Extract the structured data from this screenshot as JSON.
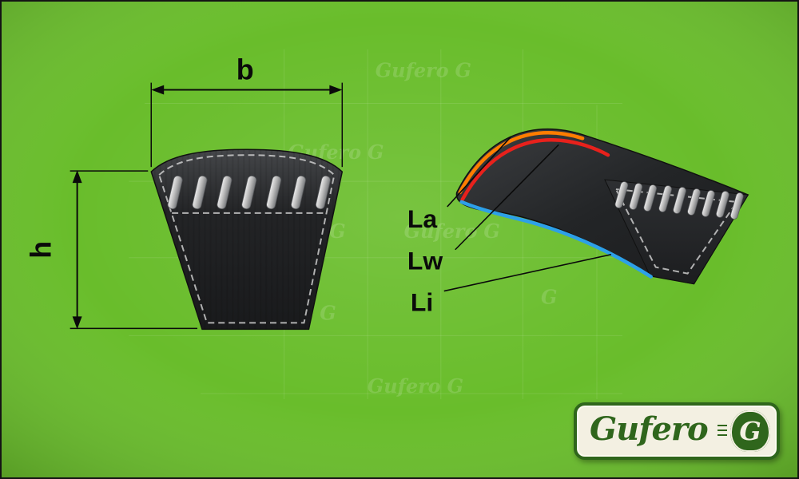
{
  "colors": {
    "background": "#69bd2b",
    "la": "#ff7d00",
    "lw": "#e8211c",
    "li": "#2da0e8"
  },
  "cross_section": {
    "width_label": "b",
    "height_label": "h"
  },
  "profile_view": {
    "la_label": "La",
    "lw_label": "Lw",
    "li_label": "Li"
  },
  "logo": {
    "brand": "Gufero",
    "monogram": "G"
  },
  "watermark": {
    "text": "Gufero",
    "monogram": "G"
  }
}
